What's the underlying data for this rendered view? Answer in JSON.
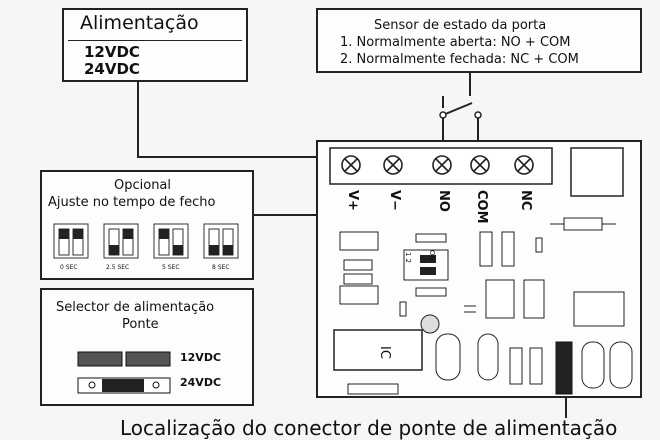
{
  "power_box": {
    "title": "Alimentação",
    "lines": [
      "12VDC",
      "24VDC"
    ]
  },
  "sensor_box": {
    "title": "Sensor de estado da porta",
    "lines": [
      "1. Normalmente aberta: NO + COM",
      "2. Normalmente fechada: NC + COM"
    ]
  },
  "optional_box": {
    "title": "Opcional",
    "subtitle": "Ajuste no tempo de fecho",
    "dip_labels": [
      "0 SEC",
      "2.5 SEC",
      "5 SEC",
      "8 SEC"
    ]
  },
  "selector_box": {
    "title": "Selector de alimentação",
    "subtitle": "Ponte",
    "options": [
      "12VDC",
      "24VDC"
    ]
  },
  "board": {
    "terminals": [
      "V+",
      "V−",
      "NO",
      "COM",
      "NC"
    ],
    "ic_label": "IC",
    "dip_on": "ON",
    "dip_nums": "1 2"
  },
  "footer": {
    "caption": "Localização do conector de ponte de alimentação"
  }
}
